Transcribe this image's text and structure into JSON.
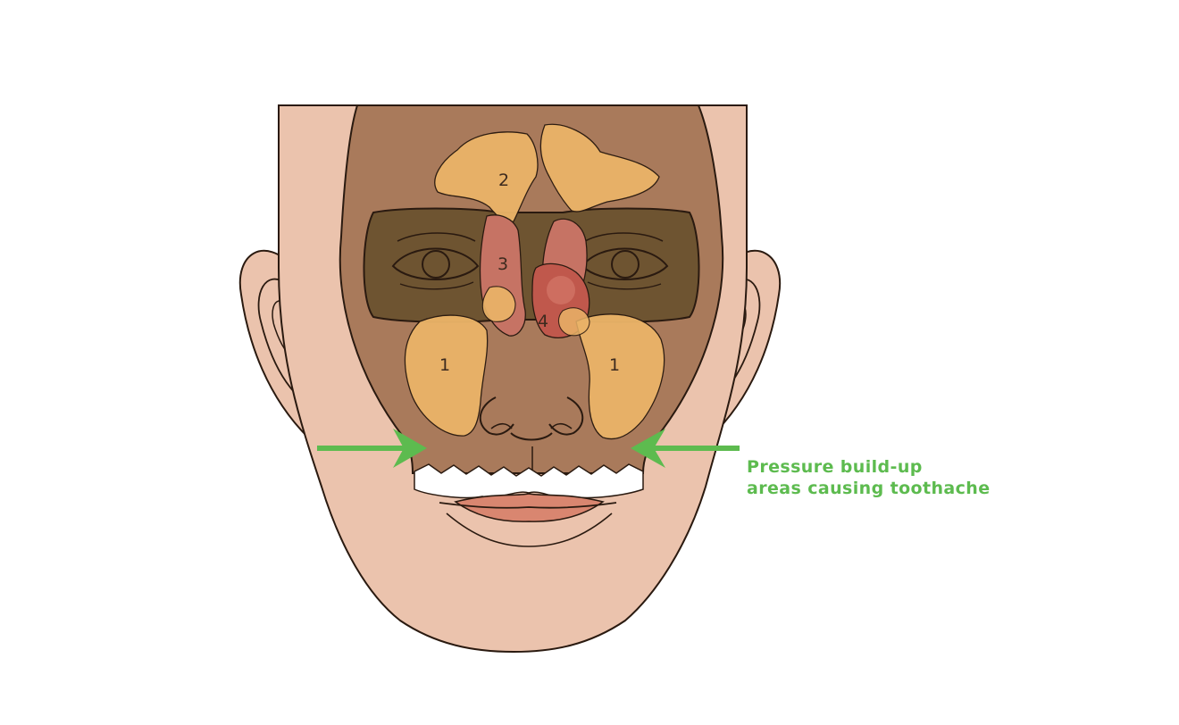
{
  "colors": {
    "skin": "#ebc3ad",
    "mask": "#a97a5b",
    "eye_band": "#6e5431",
    "frontal_sinus": "#eab368",
    "maxillary_sinus": "#eab368",
    "ethmoid_sinus": "#c67364",
    "sphenoid_sinus": "#c0584c",
    "outline": "#2a1a10",
    "teeth": "#ffffff",
    "lips": "#d98670",
    "arrow": "#5dbb4f"
  },
  "labels": {
    "maxillary_left": "1",
    "maxillary_right": "1",
    "frontal": "2",
    "ethmoid": "3",
    "sphenoid": "4"
  },
  "callout": {
    "line1": "Pressure build-up",
    "line2": "areas causing toothache"
  },
  "icons": {
    "left_arrow": "arrow-right-icon",
    "right_arrow": "arrow-left-icon"
  }
}
